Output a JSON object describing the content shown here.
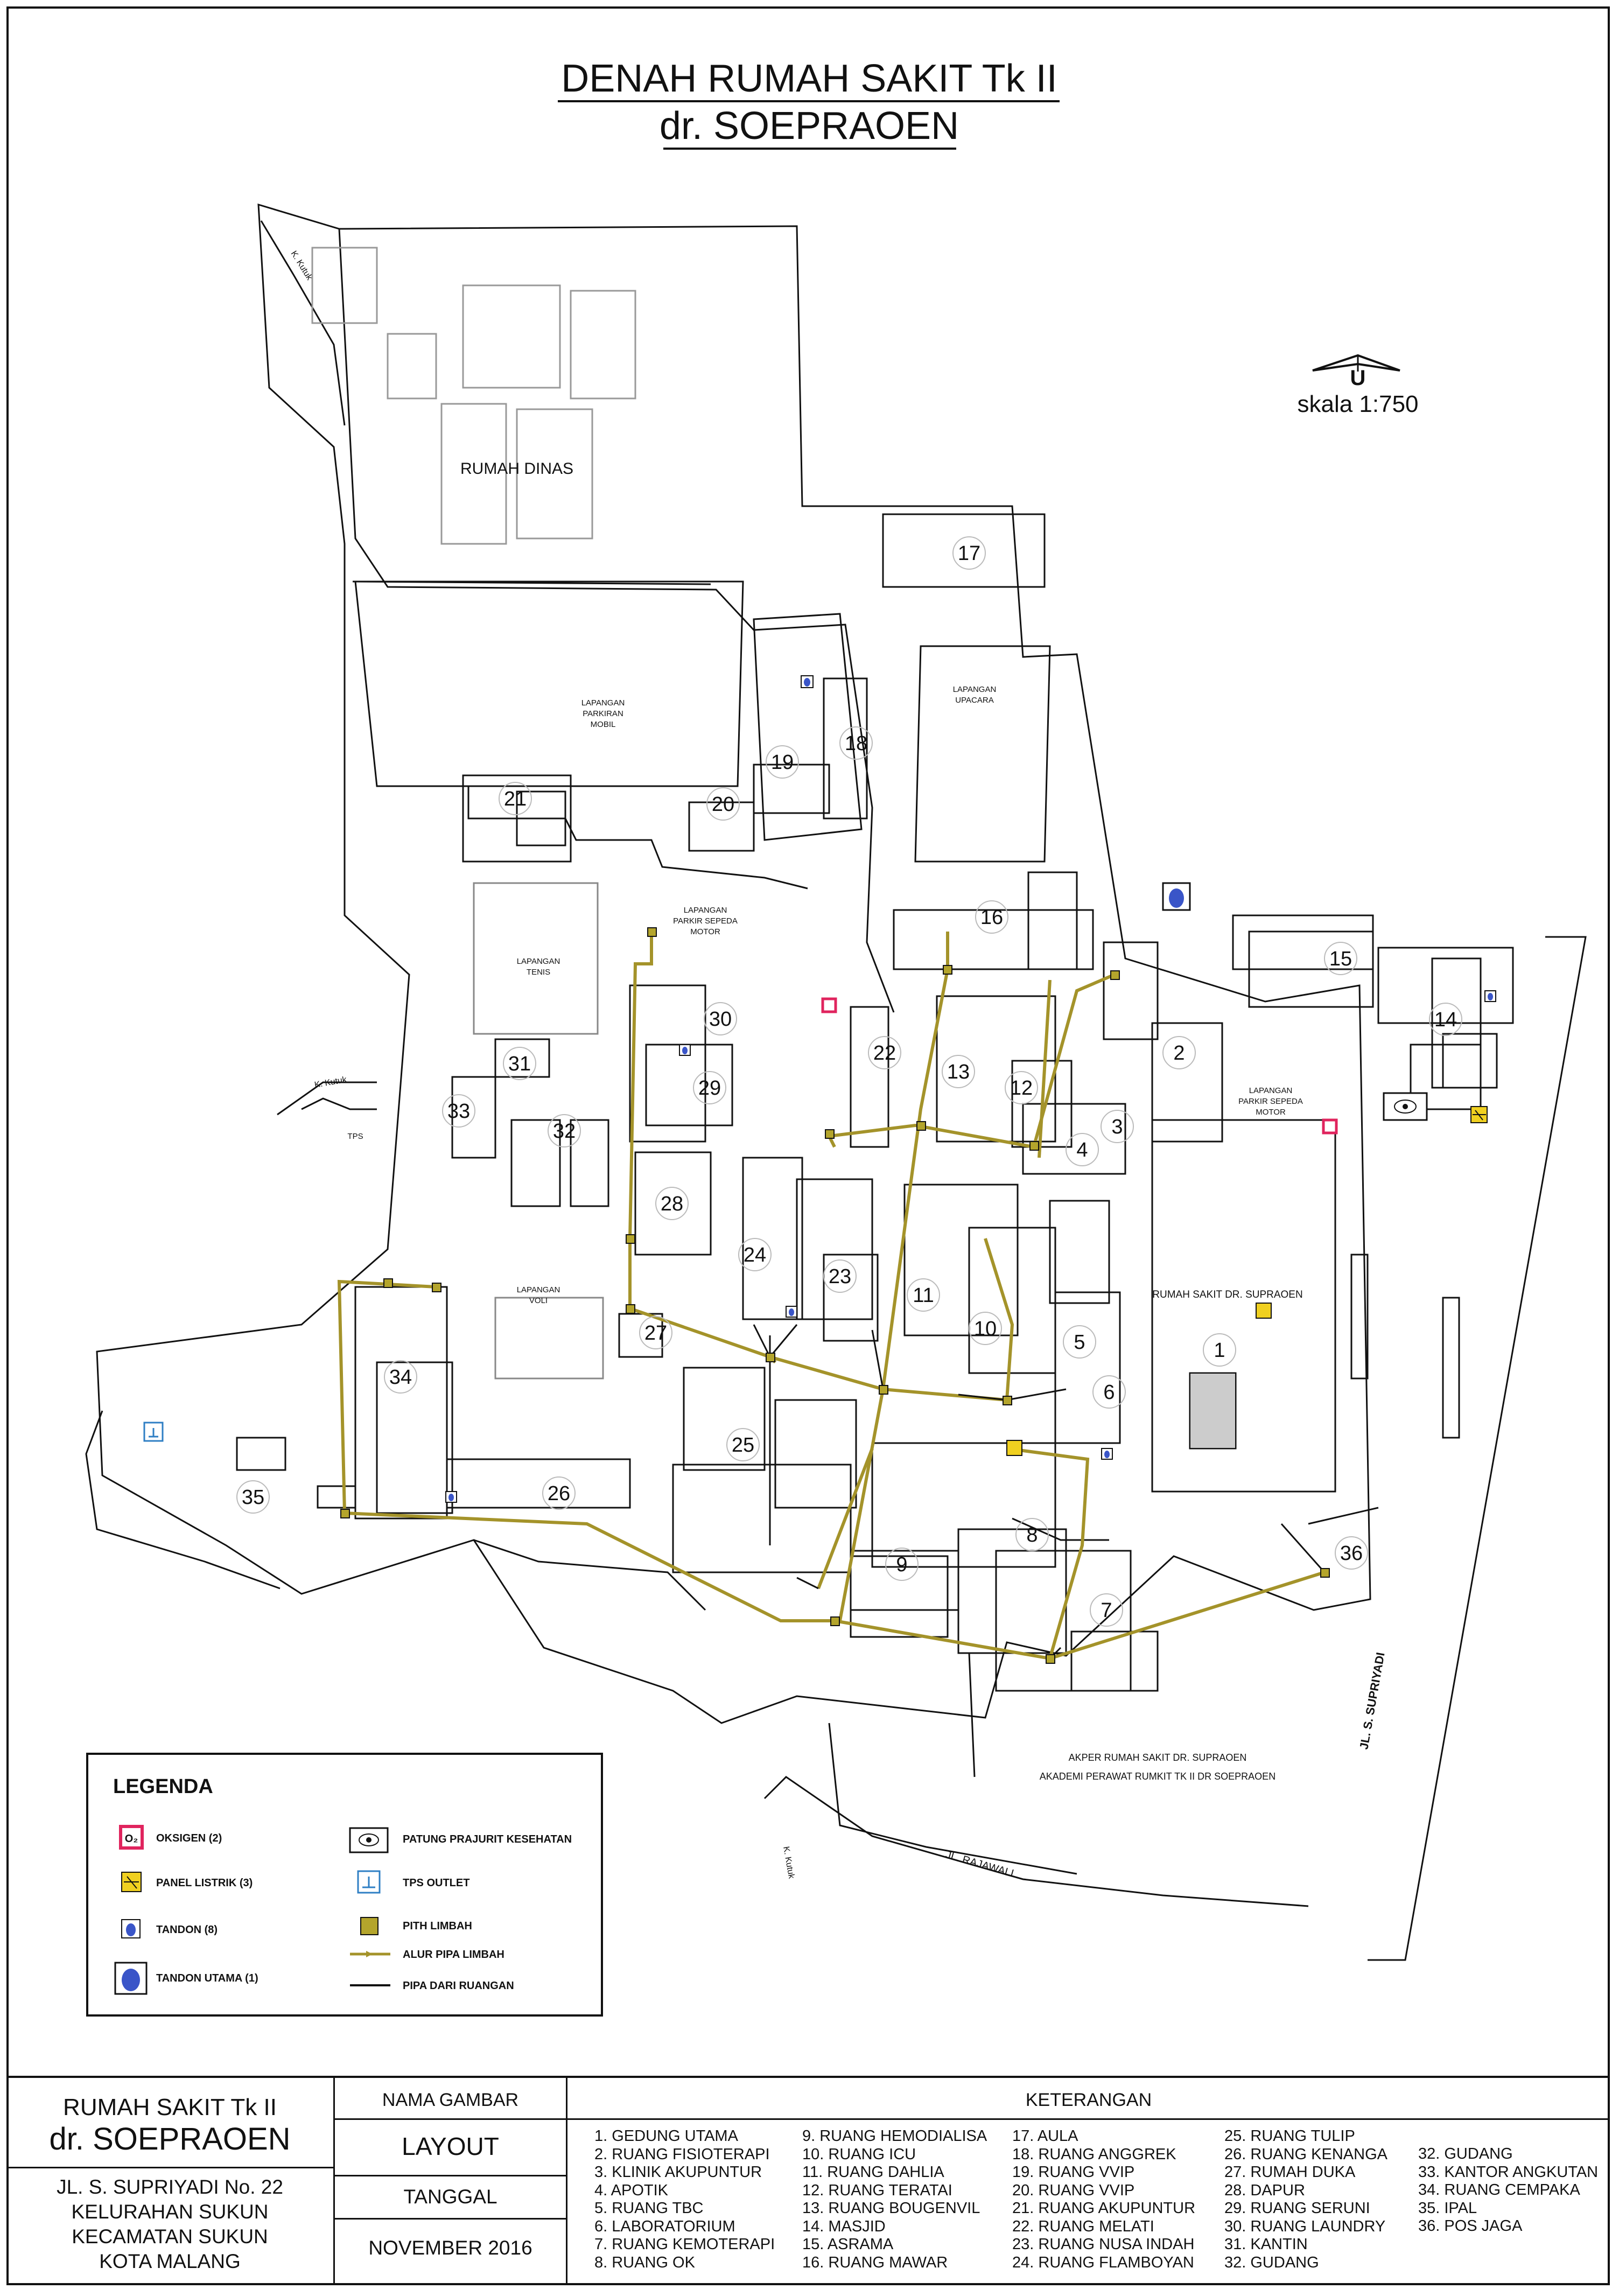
{
  "title": {
    "line1": "DENAH RUMAH SAKIT Tk II",
    "line2": "dr. SOEPRAOEN"
  },
  "north": {
    "letter": "U",
    "scale": "skala 1:750"
  },
  "labels": {
    "rumah_dinas": "RUMAH DINAS",
    "parkir_mobil_1": "LAPANGAN",
    "parkir_mobil_2": "PARKIRAN",
    "parkir_mobil_3": "MOBIL",
    "upacara_1": "LAPANGAN",
    "upacara_2": "UPACARA",
    "parkir_motor_1": "LAPANGAN",
    "parkir_motor_2": "PARKIR SEPEDA",
    "parkir_motor_3": "MOTOR",
    "parkir_motor_e1": "LAPANGAN",
    "parkir_motor_e2": "PARKIR SEPEDA",
    "parkir_motor_e3": "MOTOR",
    "tenis_1": "LAPANGAN",
    "tenis_2": "TENIS",
    "voli_1": "LAPANGAN",
    "voli_2": "VOLI",
    "tps": "TPS",
    "k_kutuk_1": "K. Kutuk",
    "k_kutuk_2": "K. Kutuk",
    "k_kutuk_3": "K. Kutuk",
    "rs_main": "RUMAH SAKIT DR. SUPRAOEN",
    "akper_1": "AKPER RUMAH SAKIT DR. SUPRAOEN",
    "akper_2": "AKADEMI PERAWAT RUMKIT TK II DR SOEPRAOEN",
    "jl_rajawali": "JL. RAJAWALI",
    "jl_supriyadi": "JL. S. SUPRIYADI"
  },
  "building_numbers": [
    "1",
    "2",
    "3",
    "4",
    "5",
    "6",
    "7",
    "8",
    "9",
    "10",
    "11",
    "12",
    "13",
    "14",
    "15",
    "16",
    "17",
    "18",
    "19",
    "20",
    "21",
    "22",
    "23",
    "24",
    "25",
    "26",
    "27",
    "28",
    "29",
    "30",
    "31",
    "32",
    "33",
    "34",
    "35",
    "36"
  ],
  "legend": {
    "title": "LEGENDA",
    "items": {
      "oksigen": "OKSIGEN (2)",
      "panel": "PANEL LISTRIK (3)",
      "tandon": "TANDON (8)",
      "tandon_utama": "TANDON UTAMA (1)",
      "patung": "PATUNG PRAJURIT KESEHATAN",
      "tps_outlet": "TPS OUTLET",
      "pith": "PITH LIMBAH",
      "alur": "ALUR PIPA LIMBAH",
      "pipa": "PIPA DARI RUANGAN"
    },
    "oxygen_symbol": "O₂"
  },
  "colors": {
    "line": "#111111",
    "waste_pipe": "#a4932a",
    "pit": "#b4a52c",
    "oxygen": "#e0245e",
    "tank": "#3a55c8",
    "tps_outlet": "#2f7fc4",
    "panel": "#f0d020"
  },
  "title_block": {
    "org_1": "RUMAH SAKIT Tk II",
    "org_2": "dr. SOEPRAOEN",
    "addr_1": "JL. S. SUPRIYADI No. 22",
    "addr_2": "KELURAHAN SUKUN",
    "addr_3": "KECAMATAN SUKUN",
    "addr_4": "KOTA MALANG",
    "nama_gambar_label": "NAMA GAMBAR",
    "nama_gambar": "LAYOUT",
    "tanggal_label": "TANGGAL",
    "tanggal": "NOVEMBER 2016",
    "keterangan_label": "KETERANGAN",
    "keterangan_col1": [
      "1.  GEDUNG UTAMA",
      "2.  RUANG FISIOTERAPI",
      "3.  KLINIK AKUPUNTUR",
      "4.  APOTIK",
      "5.  RUANG TBC",
      "6.  LABORATORIUM",
      "7.  RUANG KEMOTERAPI",
      "8.  RUANG OK"
    ],
    "keterangan_col2": [
      "9.  RUANG HEMODIALISA",
      "10. RUANG ICU",
      "11. RUANG DAHLIA",
      "12. RUANG TERATAI",
      "13. RUANG BOUGENVIL",
      "14. MASJID",
      "15. ASRAMA",
      "16. RUANG MAWAR"
    ],
    "keterangan_col3": [
      "17. AULA",
      "18. RUANG ANGGREK",
      "19. RUANG VVIP",
      "20. RUANG VVIP",
      "21. RUANG AKUPUNTUR",
      "22. RUANG MELATI",
      "23. RUANG NUSA INDAH",
      "24. RUANG FLAMBOYAN"
    ],
    "keterangan_col4": [
      "25. RUANG TULIP",
      "26. RUANG KENANGA",
      "27. RUMAH DUKA",
      "28. DAPUR",
      "29. RUANG SERUNI",
      "30. RUANG LAUNDRY",
      "31. KANTIN",
      "32. GUDANG"
    ],
    "keterangan_col5": [
      "32. GUDANG",
      "33. KANTOR ANGKUTAN",
      "34. RUANG CEMPAKA",
      "35. IPAL",
      "36. POS JAGA"
    ]
  }
}
